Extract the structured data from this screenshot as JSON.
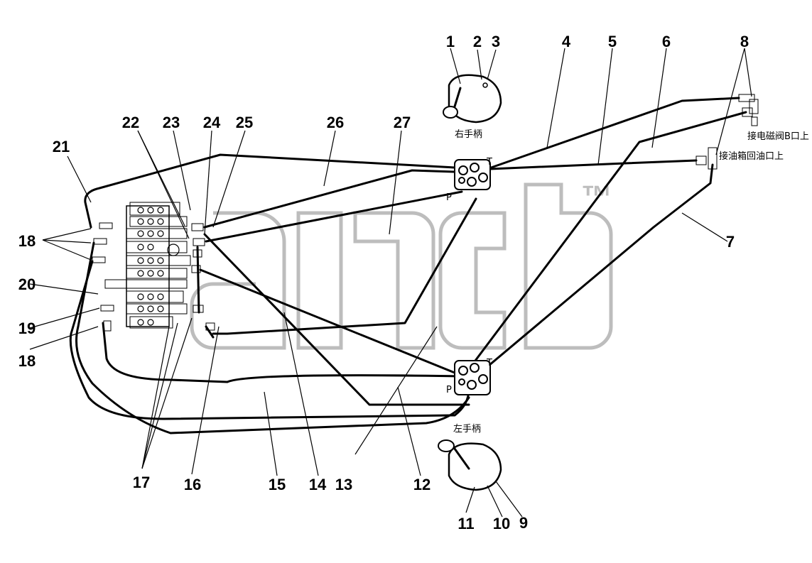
{
  "diagram": {
    "part_numbers": [
      "1",
      "2",
      "3",
      "4",
      "5",
      "6",
      "7",
      "8",
      "8",
      "9",
      "10",
      "11",
      "12",
      "13",
      "14",
      "15",
      "16",
      "17",
      "18",
      "18",
      "19",
      "20",
      "21",
      "22",
      "23",
      "24",
      "25",
      "26",
      "27"
    ],
    "labels": {
      "right_handle": "右手柄",
      "left_handle": "左手柄",
      "to_solenoid_valve": "接电磁阀B口上",
      "to_tank_return": "接油箱回油口上",
      "port_t_top": "T",
      "port_p_top": "P",
      "port_t_bottom": "T",
      "port_p_bottom": "P"
    },
    "watermark": "™",
    "colors": {
      "line": "#000000",
      "watermark": "#bdbdbd",
      "background": "#ffffff"
    }
  }
}
